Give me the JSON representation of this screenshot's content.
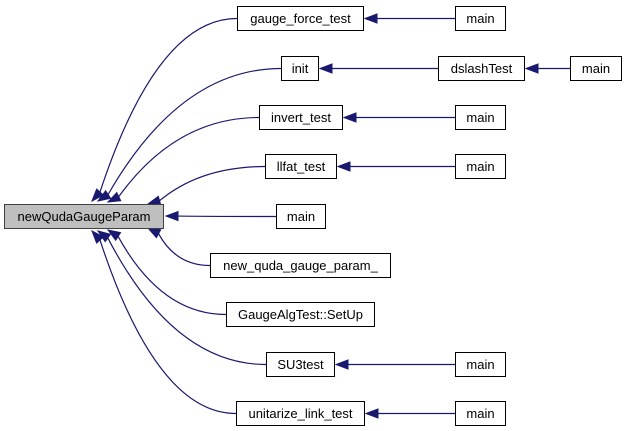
{
  "diagram": {
    "type": "call-graph",
    "edge_color": "#191970",
    "root_fill": "#bfbfbf",
    "nodes": [
      {
        "id": "root",
        "label": "newQudaGaugeParam",
        "root": true
      },
      {
        "id": "gft",
        "label": "gauge_force_test"
      },
      {
        "id": "init",
        "label": "init"
      },
      {
        "id": "invert",
        "label": "invert_test"
      },
      {
        "id": "llfat",
        "label": "llfat_test"
      },
      {
        "id": "main_c",
        "label": "main"
      },
      {
        "id": "nqgp",
        "label": "new_quda_gauge_param_"
      },
      {
        "id": "setup",
        "label": "GaugeAlgTest::SetUp"
      },
      {
        "id": "su3",
        "label": "SU3test"
      },
      {
        "id": "unit",
        "label": "unitarize_link_test"
      },
      {
        "id": "main_gft",
        "label": "main"
      },
      {
        "id": "dslash",
        "label": "dslashTest"
      },
      {
        "id": "main_dslash",
        "label": "main"
      },
      {
        "id": "main_invert",
        "label": "main"
      },
      {
        "id": "main_llfat",
        "label": "main"
      },
      {
        "id": "main_su3",
        "label": "main"
      },
      {
        "id": "main_unit",
        "label": "main"
      }
    ],
    "edges": [
      {
        "from": "gft",
        "to": "root"
      },
      {
        "from": "init",
        "to": "root"
      },
      {
        "from": "invert",
        "to": "root"
      },
      {
        "from": "llfat",
        "to": "root"
      },
      {
        "from": "main_c",
        "to": "root"
      },
      {
        "from": "nqgp",
        "to": "root"
      },
      {
        "from": "setup",
        "to": "root"
      },
      {
        "from": "su3",
        "to": "root"
      },
      {
        "from": "unit",
        "to": "root"
      },
      {
        "from": "main_gft",
        "to": "gft"
      },
      {
        "from": "dslash",
        "to": "init"
      },
      {
        "from": "main_dslash",
        "to": "dslash"
      },
      {
        "from": "main_invert",
        "to": "invert"
      },
      {
        "from": "main_llfat",
        "to": "llfat"
      },
      {
        "from": "main_su3",
        "to": "su3"
      },
      {
        "from": "main_unit",
        "to": "unit"
      }
    ]
  }
}
